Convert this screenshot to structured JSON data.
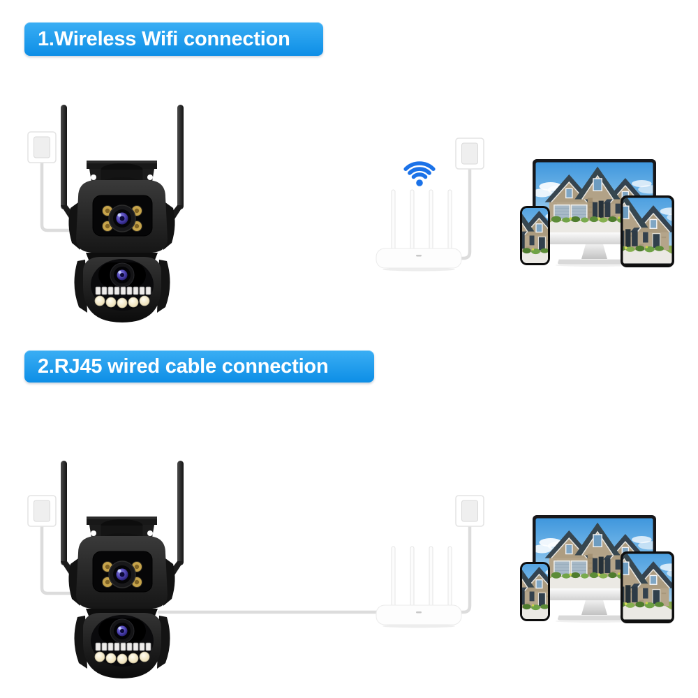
{
  "page": {
    "background_color": "#ffffff"
  },
  "theme": {
    "page_bg": "#ffffff",
    "banner_gradient_top": "#3aaef4",
    "banner_gradient_bottom": "#0d8ee6",
    "banner_text_color": "#ffffff",
    "wifi_icon_color": "#1b72e8",
    "cable_color": "#dcdcdc",
    "camera_body_color": "#1c1c1c",
    "camera_iris_color": "#4a3fae",
    "camera_led_gold_color": "#c7a44b",
    "router_color": "#fdfdfd",
    "house_roof_color": "#36454f",
    "house_wall_color": "#b5a58a",
    "house_lawn_color": "#86a94e",
    "house_sky_color": "#3f97dd"
  },
  "sections": [
    {
      "banner_label": "1.Wireless Wifi connection",
      "connection_type": "wireless-wifi",
      "icons": [
        "power-outlet-icon",
        "dual-lens-ptz-camera-icon",
        "wifi-signal-icon",
        "router-icon",
        "power-outlet-icon",
        "monitor-icon",
        "smartphone-icon",
        "tablet-icon"
      ]
    },
    {
      "banner_label": "2.RJ45 wired cable connection",
      "connection_type": "rj45-wired-cable",
      "icons": [
        "power-outlet-icon",
        "dual-lens-ptz-camera-icon",
        "rj45-cable-icon",
        "router-icon",
        "power-outlet-icon",
        "monitor-icon",
        "smartphone-icon",
        "tablet-icon"
      ]
    }
  ]
}
